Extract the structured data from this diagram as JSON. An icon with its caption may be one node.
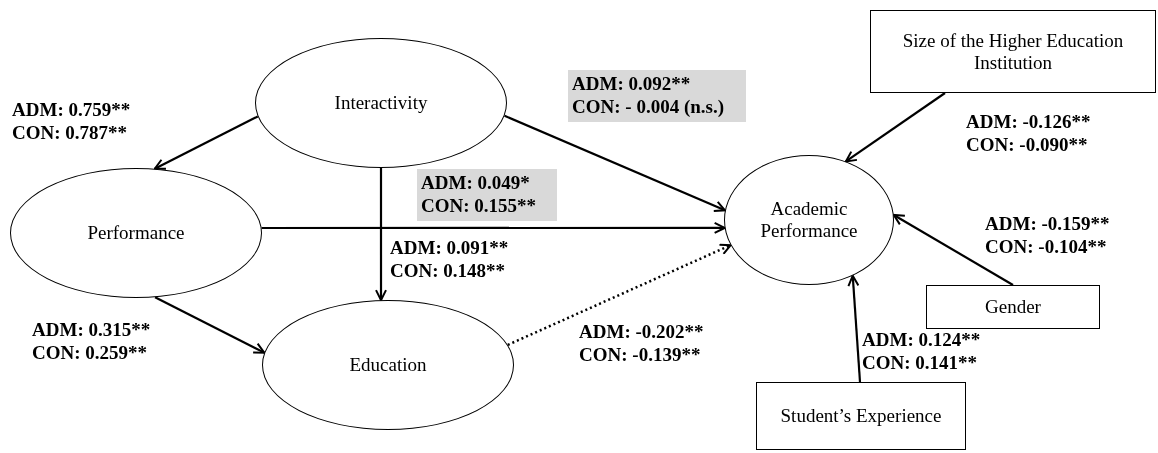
{
  "diagram": {
    "nodes": [
      {
        "text": [
          "Interactivity"
        ]
      },
      {
        "text": [
          "Performance"
        ]
      },
      {
        "text": [
          "Education"
        ]
      },
      {
        "text": [
          "Academic Performance"
        ]
      },
      {
        "text": [
          "Size of the Higher Education Institution"
        ]
      },
      {
        "text": [
          "Gender"
        ]
      },
      {
        "text": [
          "Student’s Experience"
        ]
      }
    ],
    "edges": [
      {
        "from": 0,
        "to": 1,
        "arrow": "to",
        "label": "ADM: 0.759** CON: 0.787**"
      },
      {
        "from": 0,
        "to": 3,
        "arrow": "to",
        "label": "ADM: 0.092** CON: - 0.004 (n.s.)"
      },
      {
        "from": 1,
        "to": 3,
        "arrow": "to",
        "label": "ADM: 0.049* CON: 0.155**"
      },
      {
        "from": 0,
        "to": 2,
        "arrow": "to",
        "label": "ADM: 0.091** CON: 0.148**"
      },
      {
        "from": 1,
        "to": 2,
        "arrow": "to",
        "label": "ADM: 0.315** CON: 0.259**"
      },
      {
        "from": 2,
        "to": 3,
        "arrow": "to",
        "style": "dashed",
        "label": "ADM: -0.202** CON: -0.139**"
      },
      {
        "from": 4,
        "to": 3,
        "arrow": "to",
        "label": "ADM: -0.126** CON: -0.090**"
      },
      {
        "from": 5,
        "to": 3,
        "arrow": "to",
        "label": "ADM: -0.159** CON: -0.104**"
      },
      {
        "from": 6,
        "to": 3,
        "arrow": "to",
        "label": "ADM: 0.124** CON: 0.141**"
      }
    ]
  }
}
